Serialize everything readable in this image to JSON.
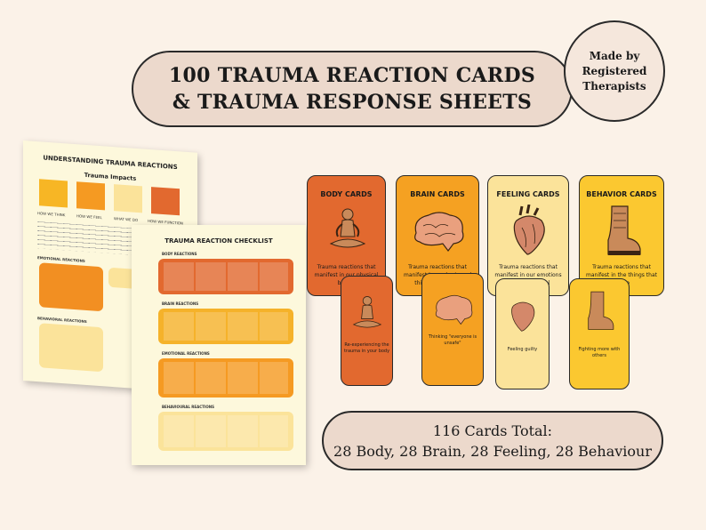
{
  "header": {
    "line1": "100 TRAUMA REACTION CARDS",
    "line2": "& TRAUMA RESPONSE SHEETS"
  },
  "badge": {
    "line1": "Made by",
    "line2": "Registered",
    "line3": "Therapists"
  },
  "total": {
    "line1": "116 Cards Total:",
    "line2": "28 Body, 28 Brain, 28 Feeling, 28 Behaviour"
  },
  "sheet1": {
    "title": "UNDERSTANDING TRAUMA REACTIONS",
    "subtitle": "Trauma Impacts",
    "impacts": [
      "HOW WE THINK",
      "HOW WE FEEL",
      "WHAT WE DO",
      "HOW WE FUNCTION"
    ],
    "emotional_heading": "EMOTIONAL REACTIONS",
    "behavioral_heading": "BEHAVIORAL REACTIONS"
  },
  "sheet2": {
    "title": "TRAUMA REACTION CHECKLIST",
    "sections": [
      "BODY REACTIONS",
      "BRAIN REACTIONS",
      "EMOTIONAL REACTIONS",
      "BEHAVIOURAL REACTIONS"
    ]
  },
  "cards": [
    {
      "title": "BODY CARDS",
      "desc": "Trauma reactions that manifest in our physical bodies",
      "example": "Re-experiencing the trauma in your body"
    },
    {
      "title": "BRAIN CARDS",
      "desc": "Trauma reactions that manifest in our brain and thinking patterns",
      "example": "Thinking \"everyone is unsafe\""
    },
    {
      "title": "FEELING CARDS",
      "desc": "Trauma reactions that manifest in our emotions and how we feel",
      "example": "Feeling guilty"
    },
    {
      "title": "BEHAVIOR CARDS",
      "desc": "Trauma reactions that manifest in the things that we do",
      "example": "Fighting more with others"
    }
  ],
  "colors": {
    "body": "#e2692f",
    "brain": "#f5a122",
    "feeling": "#fbe39a",
    "behavior": "#fbc830",
    "bg": "#fbf2e8"
  }
}
